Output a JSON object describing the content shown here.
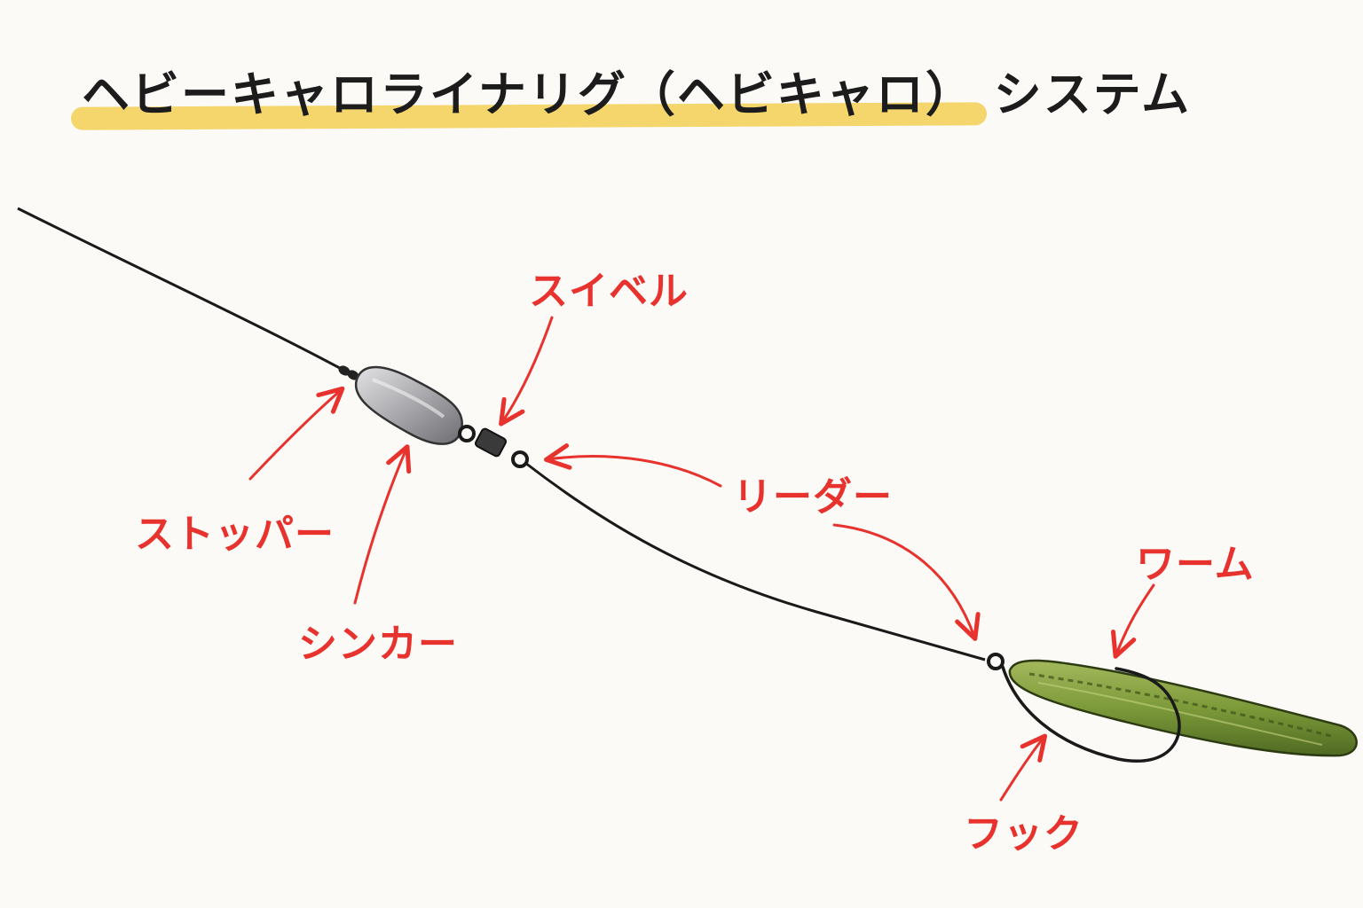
{
  "title": "ヘビーキャロライナリグ（ヘビキャロ） システム",
  "labels": {
    "swivel": "スイベル",
    "stopper": "ストッパー",
    "sinker": "シンカー",
    "leader": "リーダー",
    "worm": "ワーム",
    "hook": "フック"
  },
  "colors": {
    "annotation": "#e8322e",
    "title_highlight": "#f2cf55",
    "line": "#1a1a1a",
    "sinker": "#b9b9bc",
    "worm": "#7d9a3a"
  }
}
